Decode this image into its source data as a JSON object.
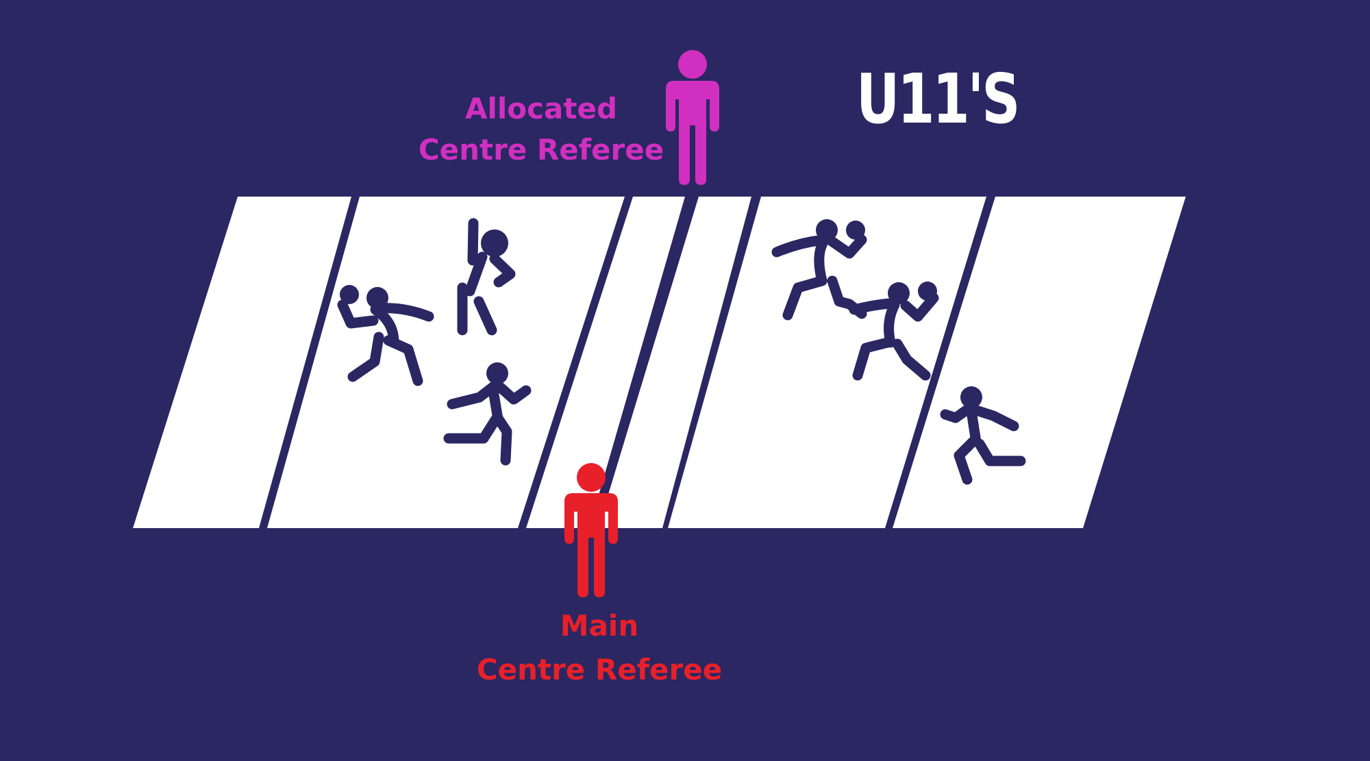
{
  "title": "U11'S",
  "allocated_referee": {
    "line1": "Allocated",
    "line2": "Centre Referee",
    "color": "#d12fc0"
  },
  "main_referee": {
    "line1": "Main",
    "line2": "Centre Referee",
    "color": "#e8202a"
  },
  "colors": {
    "background": "#2a2762",
    "field": "#ffffff",
    "players": "#2a2762"
  }
}
